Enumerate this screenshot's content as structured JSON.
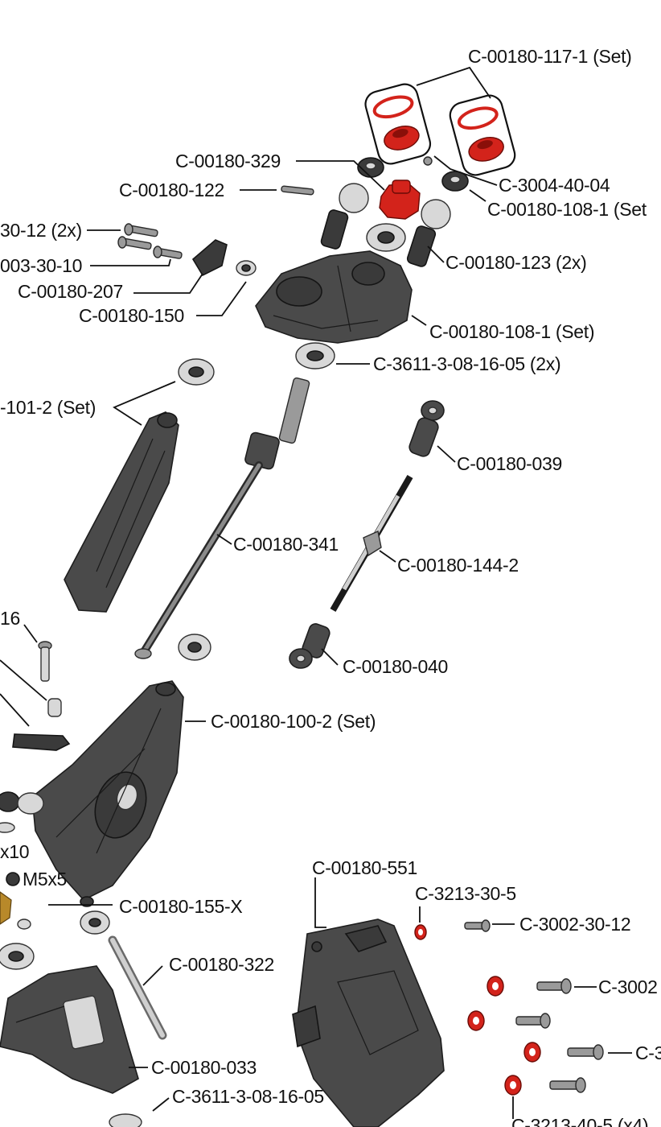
{
  "diagram": {
    "colors": {
      "ink": "#111111",
      "part_gray": "#4a4a4a",
      "accent_red": "#d3231b"
    },
    "labels": {
      "p117": "C-00180-117-1 (Set)",
      "p329": "C-00180-329",
      "p3004": "C-3004-40-04",
      "p122": "C-00180-122",
      "p108a": "C-00180-108-1 (Set",
      "p3012": "30-12 (2x)",
      "p123": "C-00180-123 (2x)",
      "p3010": "003-30-10",
      "p207": "C-00180-207",
      "p150": "C-00180-150",
      "p108b": "C-00180-108-1 (Set)",
      "p3611a": "C-3611-3-08-16-05 (2x)",
      "p101": "-101-2 (Set)",
      "p039": "C-00180-039",
      "p341": "C-00180-341",
      "p144": "C-00180-144-2",
      "p16": "16",
      "p040": "C-00180-040",
      "p100": "C-00180-100-2 (Set)",
      "px10": "x10",
      "pm5": "M5x5",
      "p551": "C-00180-551",
      "p155": "C-00180-155-X",
      "p3213a": "C-3213-30-5",
      "p3002a": "C-3002-30-12",
      "p322": "C-00180-322",
      "p3002b": "C-3002",
      "p3c": "C-3",
      "p033": "C-00180-033",
      "p3611b": "C-3611-3-08-16-05",
      "p3213b": "C-3213-40-5 (x4)"
    }
  }
}
